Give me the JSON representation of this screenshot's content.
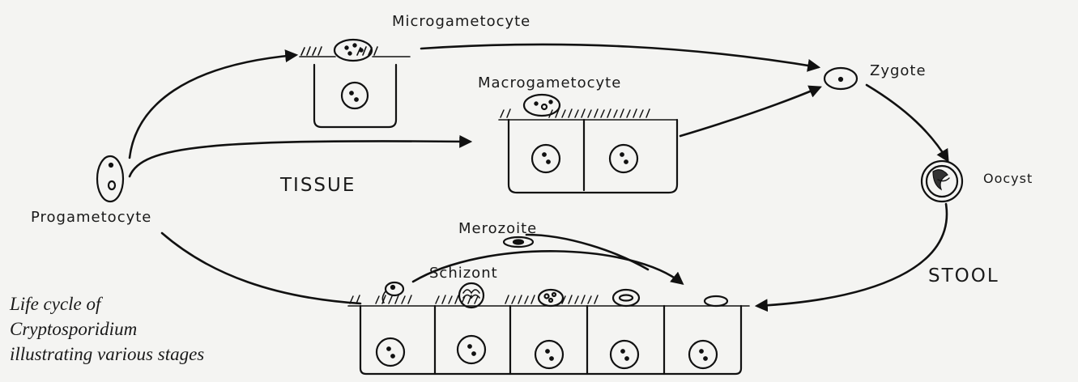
{
  "labels": {
    "microgametocyte": "Microgametocyte",
    "macrogametocyte": "Macrogametocyte",
    "zygote": "Zygote",
    "oocyst": "Oocyst",
    "tissue": "TISSUE",
    "progametocyte": "Progametocyte",
    "merozoite": "Merozoite",
    "schizont": "Schizont",
    "stool": "STOOL"
  },
  "caption": {
    "line1": "Life cycle of",
    "line2": "Cryptosporidium",
    "line3": "illustrating various stages"
  }
}
